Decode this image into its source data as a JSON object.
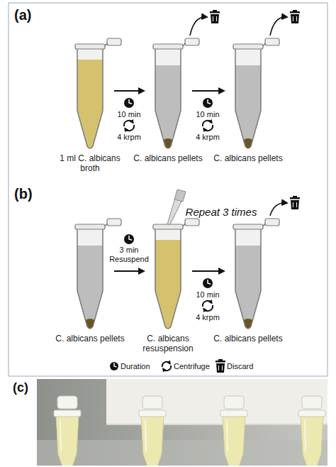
{
  "diagram": {
    "nodes": [
      {
        "text": [
          "1 ml C. albicans broth"
        ]
      },
      {
        "text": [
          "C. albicans pellets"
        ]
      },
      {
        "text": [
          "C. albicans pellets"
        ]
      },
      {
        "text": [
          "C. albicans pellets"
        ]
      },
      {
        "text": [
          "C. albicans resuspension"
        ]
      },
      {
        "text": [
          "C. albicans pellets"
        ]
      }
    ],
    "edges": [
      {
        "from": 0,
        "to": 1,
        "arrow": "to"
      },
      {
        "from": 1,
        "to": 2,
        "arrow": "to"
      },
      {
        "from": 3,
        "to": 4,
        "arrow": "to"
      },
      {
        "from": 4,
        "to": 5,
        "arrow": "to"
      }
    ],
    "labels": [
      "(a)",
      "10 min",
      "4 krpm",
      "10 min",
      "4 krpm",
      "(b)",
      "Repeat 3 times",
      "3 min",
      "Resuspend",
      "10 min",
      "4 krpm",
      "(c)"
    ],
    "legend": [
      {
        "text": "Duration"
      },
      {
        "text": "Centrifuge"
      },
      {
        "text": "Discard"
      }
    ]
  }
}
